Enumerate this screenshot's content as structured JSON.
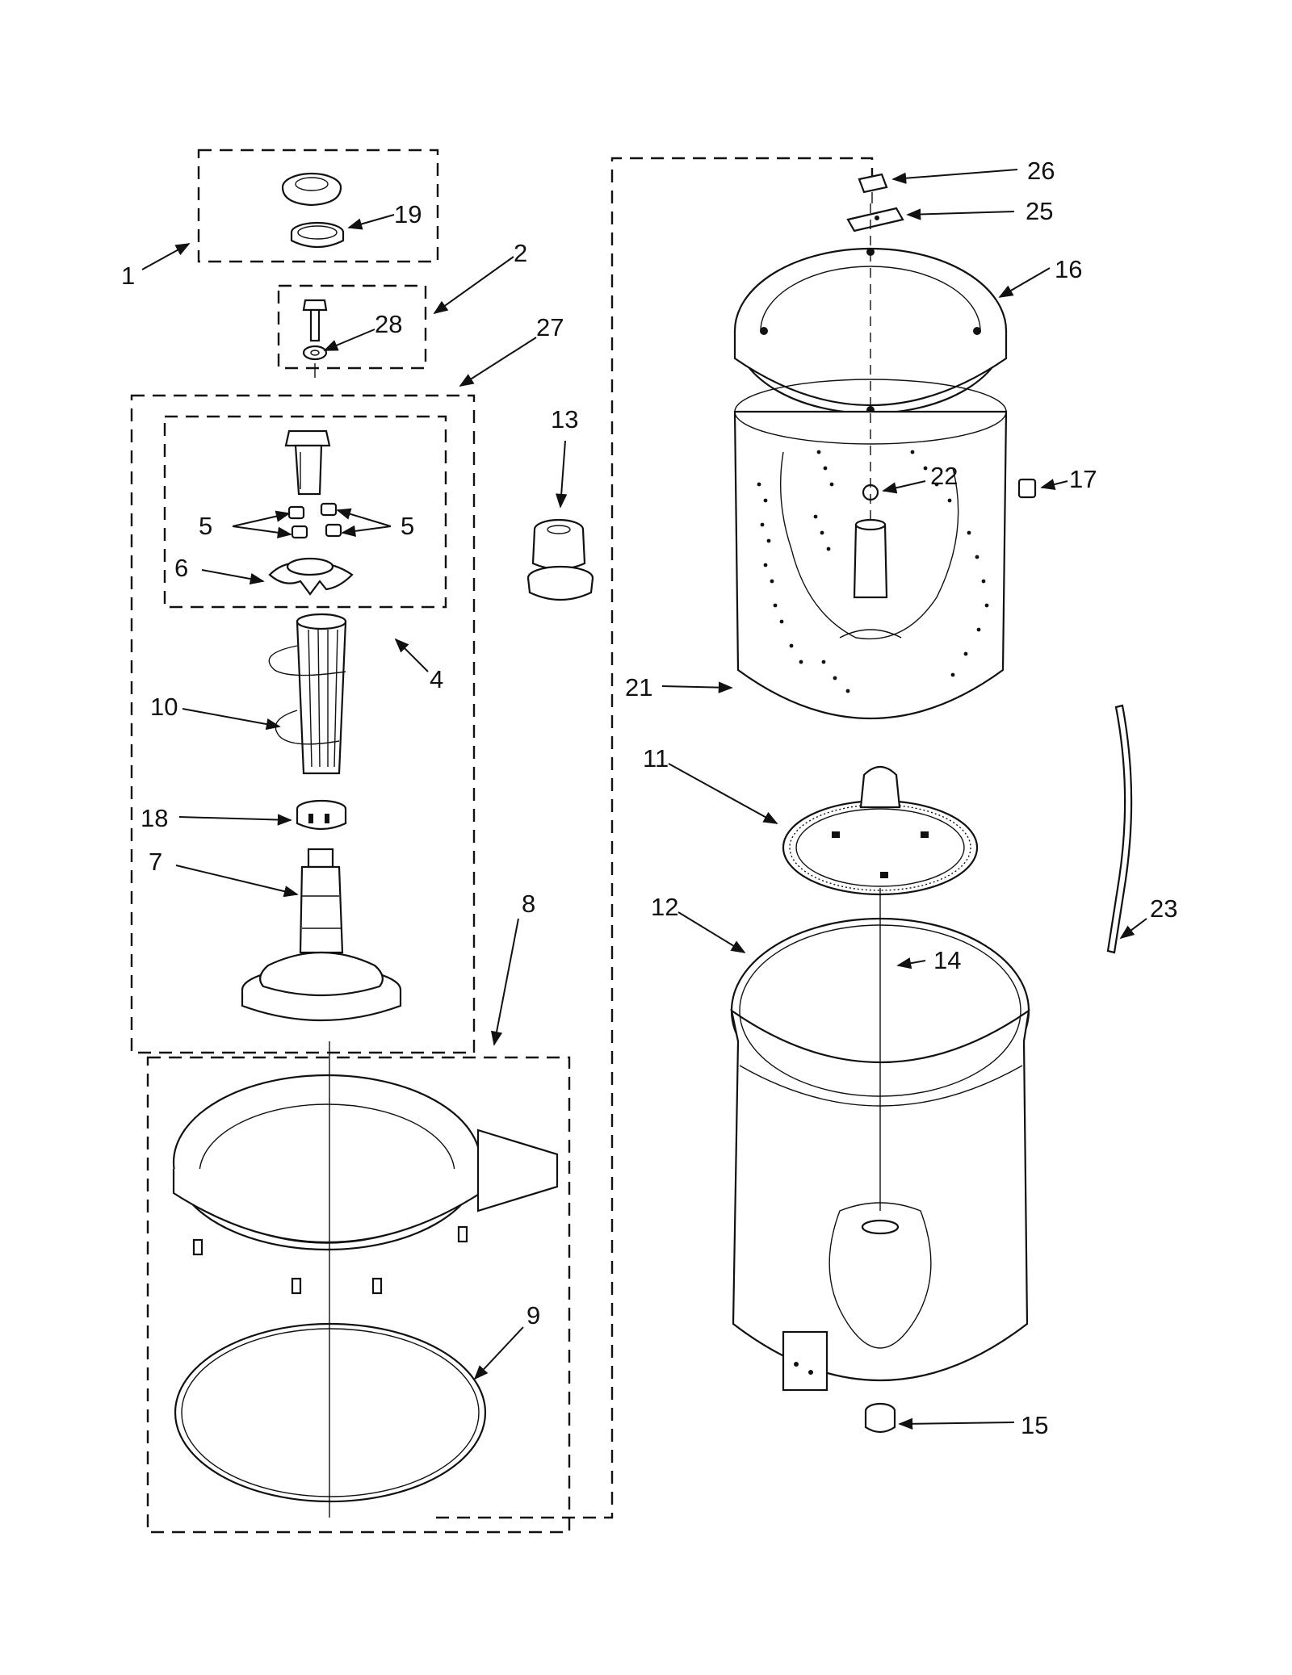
{
  "diagram": {
    "labels": {
      "c1": "1",
      "c2": "2",
      "c4": "4",
      "c5a": "5",
      "c5b": "5",
      "c6": "6",
      "c7": "7",
      "c8": "8",
      "c9": "9",
      "c10": "10",
      "c11": "11",
      "c12": "12",
      "c13": "13",
      "c14": "14",
      "c15": "15",
      "c16": "16",
      "c17": "17",
      "c18": "18",
      "c19": "19",
      "c21": "21",
      "c22": "22",
      "c23": "23",
      "c25": "25",
      "c26": "26",
      "c27": "27",
      "c28": "28"
    },
    "colors": {
      "ink": "#111111",
      "paper": "#ffffff"
    }
  }
}
